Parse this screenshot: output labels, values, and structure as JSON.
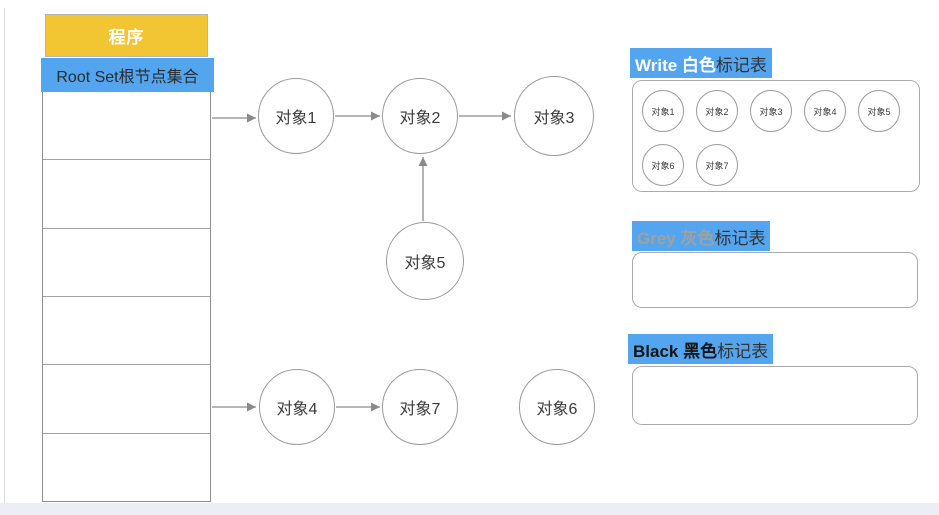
{
  "colors": {
    "header_yellow": "#f2c532",
    "highlight_blue": "#54a5f0",
    "shape_border_grey": "#9a9a9a",
    "arrow_grey": "#8a8a8a",
    "text_dark": "#333333",
    "grey_label_text": "#a3a09b"
  },
  "stack": {
    "header": "程序",
    "root_label": "Root Set根节点集合"
  },
  "graph": {
    "nodes": [
      {
        "label": "对象1"
      },
      {
        "label": "对象2"
      },
      {
        "label": "对象3"
      },
      {
        "label": "对象5"
      },
      {
        "label": "对象4"
      },
      {
        "label": "对象7"
      },
      {
        "label": "对象6"
      }
    ]
  },
  "panels": [
    {
      "title_en": "Write 白色",
      "title_cn": "标记表",
      "items": [
        "对象1",
        "对象2",
        "对象3",
        "对象4",
        "对象5",
        "对象6",
        "对象7"
      ]
    },
    {
      "title_en": "Grey 灰色",
      "title_cn": "标记表",
      "items": []
    },
    {
      "title_en": "Black 黑色",
      "title_cn": "标记表",
      "items": []
    }
  ]
}
